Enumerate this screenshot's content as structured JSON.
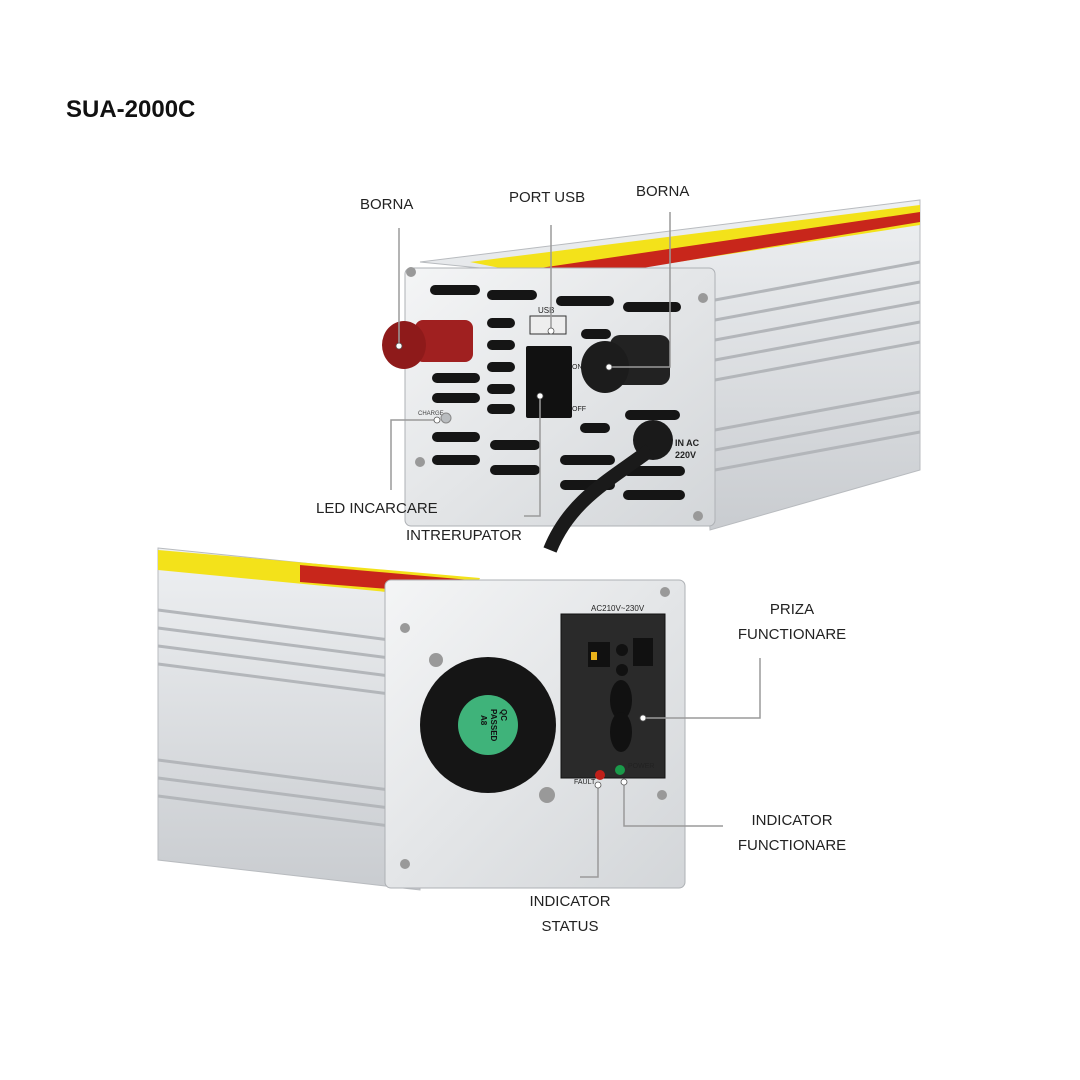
{
  "title": "SUA-2000C",
  "labels": {
    "borna_left": "BORNA",
    "port_usb": "PORT USB",
    "borna_right": "BORNA",
    "led_incarcare": "LED INCARCARE",
    "intrerupator": "INTRERUPATOR",
    "priza_functionare": [
      "PRIZA",
      "FUNCTIONARE"
    ],
    "indicator_functionare": [
      "INDICATOR",
      "FUNCTIONARE"
    ],
    "indicator_status": [
      "INDICATOR",
      "STATUS"
    ]
  },
  "device_markings": {
    "usb": "USB",
    "on": "ON",
    "off": "OFF",
    "charge": "CHARGE",
    "in_ac": "IN AC",
    "voltage_in": "220V",
    "socket_rating": "AC210V~230V",
    "fault": "FAULT",
    "power": "POWER",
    "qc_sticker": [
      "QC",
      "PASSED",
      "A8"
    ]
  },
  "colors": {
    "body": "#d9dcdf",
    "terminal_red": "#8e1a1a",
    "terminal_black": "#1c1c1c",
    "label_yellow": "#f3e21a",
    "label_red": "#c8261b",
    "led_fault": "#c0201a",
    "led_power": "#1a9a4a",
    "qc_green": "#3fb37a"
  }
}
